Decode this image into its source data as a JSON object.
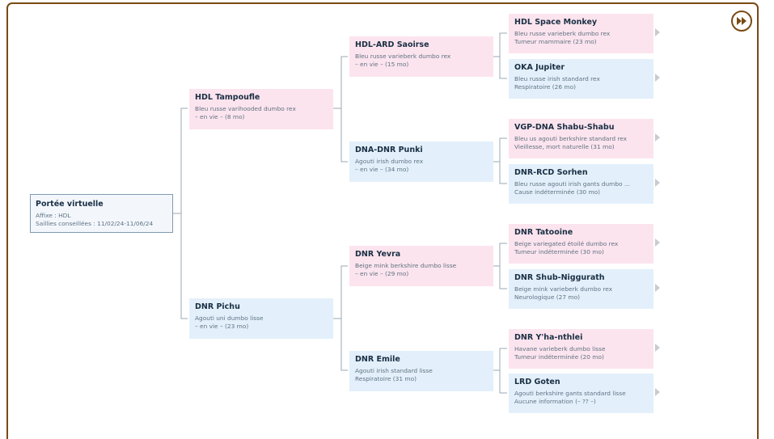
{
  "root": {
    "name": "Portée virtuelle",
    "affix": "Affixe : HDL",
    "saillies": "Saillies conseillées : 11/02/24-11/06/24"
  },
  "gen1": [
    {
      "name": "HDL Tampoufle",
      "desc": "Bleu russe varihooded dumbo rex",
      "status": "– en vie – (8 mo)",
      "sex": "f"
    },
    {
      "name": "DNR Pichu",
      "desc": "Agouti uni dumbo lisse",
      "status": "– en vie – (23 mo)",
      "sex": "m"
    }
  ],
  "gen2": [
    {
      "name": "HDL-ARD Saoirse",
      "desc": "Bleu russe varieberk dumbo rex",
      "status": "– en vie – (15 mo)",
      "sex": "f"
    },
    {
      "name": "DNA-DNR Punki",
      "desc": "Agouti irish dumbo rex",
      "status": "– en vie – (34 mo)",
      "sex": "m"
    },
    {
      "name": "DNR Yevra",
      "desc": "Beige mink berkshire dumbo lisse",
      "status": "– en vie – (29 mo)",
      "sex": "f"
    },
    {
      "name": "DNR Emile",
      "desc": "Agouti irish standard lisse",
      "status": "Respiratoire (31 mo)",
      "sex": "m"
    }
  ],
  "gen3": [
    {
      "name": "HDL Space Monkey",
      "desc": "Bleu russe varieberk dumbo rex",
      "status": "Tumeur mammaire (23 mo)",
      "sex": "f"
    },
    {
      "name": "OKA Jupiter",
      "desc": "Bleu russe irish standard rex",
      "status": "Respiratoire (26 mo)",
      "sex": "m"
    },
    {
      "name": "VGP-DNA Shabu-Shabu",
      "desc": "Bleu us agouti berkshire standard rex",
      "status": "Vieillesse, mort naturelle (31 mo)",
      "sex": "f"
    },
    {
      "name": "DNR-RCD Sorhen",
      "desc": "Bleu russe agouti irish gants dumbo ...",
      "status": "Cause indéterminée (30 mo)",
      "sex": "m"
    },
    {
      "name": "DNR Tatooine",
      "desc": "Beige variegated étoilé dumbo rex",
      "status": "Tumeur indéterminée (30 mo)",
      "sex": "f"
    },
    {
      "name": "DNR Shub-Niggurath",
      "desc": "Beige mink varieberk dumbo rex",
      "status": "Neurologique (27 mo)",
      "sex": "m"
    },
    {
      "name": "DNR Y'ha-nthlei",
      "desc": "Havane varieberk dumbo lisse",
      "status": "Tumeur indéterminée (20 mo)",
      "sex": "f"
    },
    {
      "name": "LRD Goten",
      "desc": "Agouti berkshire gants standard lisse",
      "status": "Aucune information (– ?? –)",
      "sex": "m"
    }
  ],
  "icons": {
    "fast_forward": "fast-forward-icon",
    "expand_arrow": "chevron-right-icon"
  },
  "colors": {
    "female_card": "#fce4ee",
    "male_card": "#e3f0fb",
    "frame_border": "#7a4a14"
  }
}
